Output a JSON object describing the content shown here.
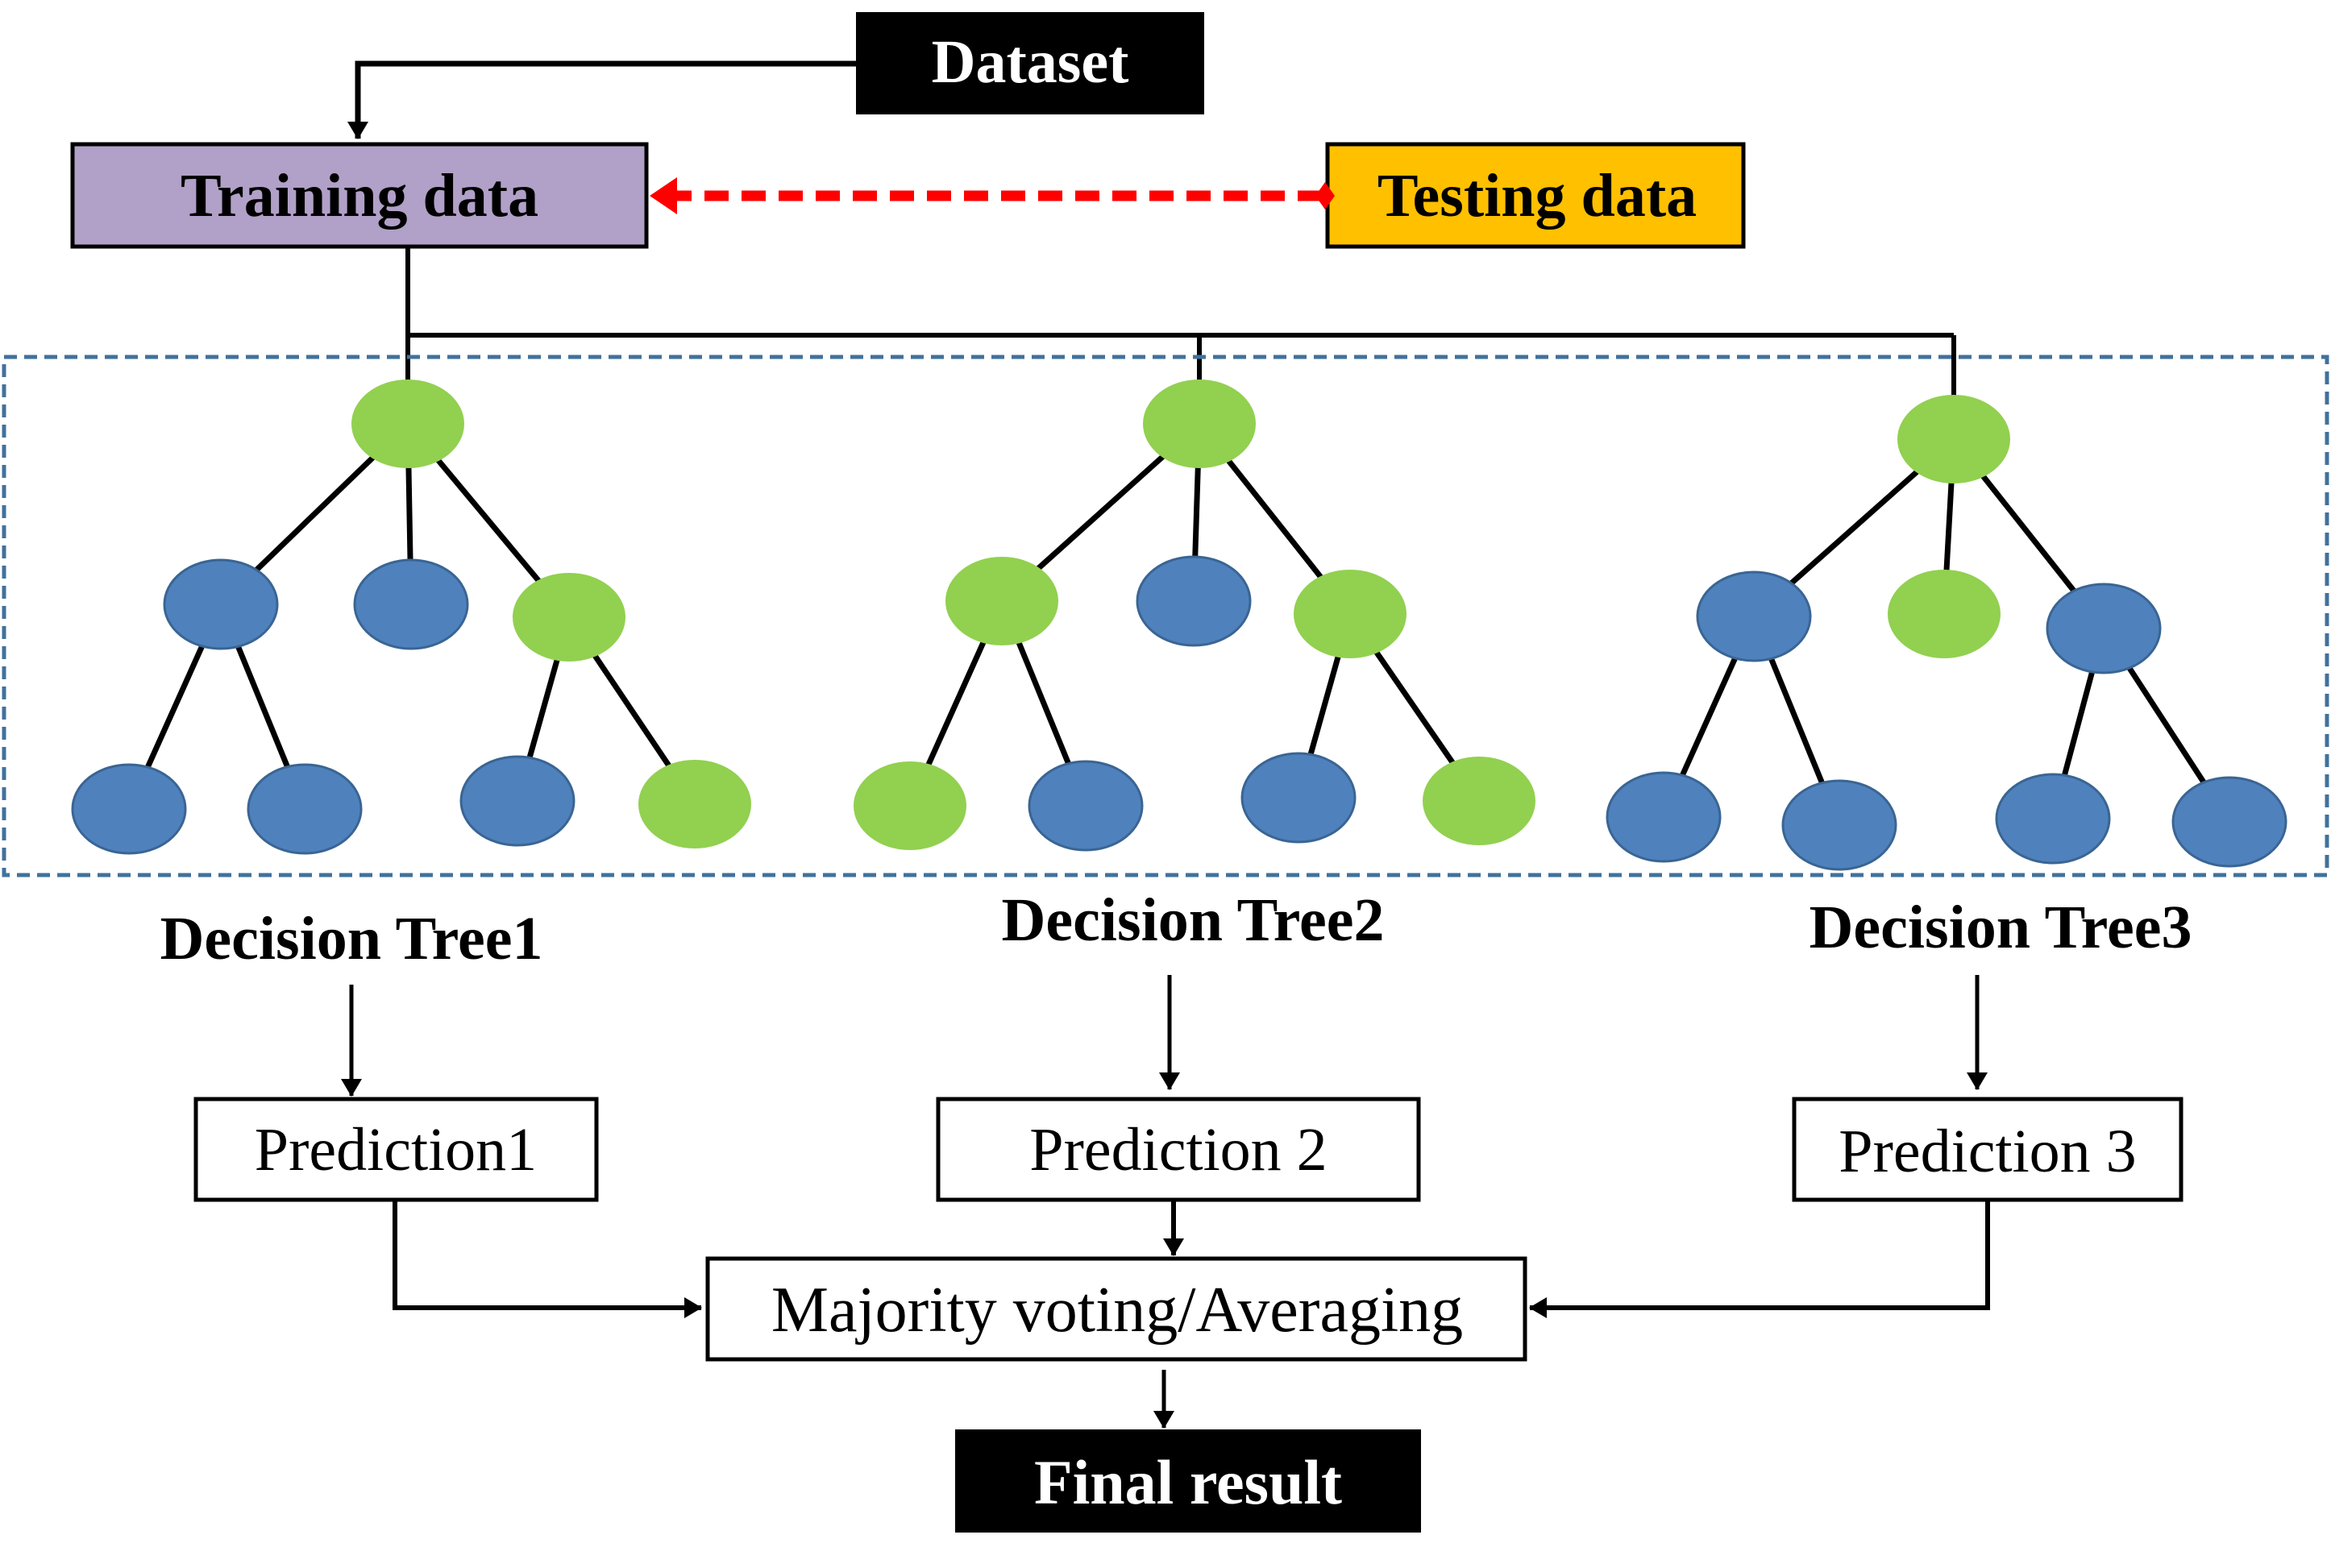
{
  "title": "Random forest workflow diagram",
  "colors": {
    "leaf_green": "#92D050",
    "node_blue": "#4F81BD",
    "training_fill": "#B1A0C7",
    "testing_fill": "#FFC000",
    "dashed_arrow": "#FF0000",
    "dashed_box": "#41719C",
    "black": "#000000"
  },
  "boxes": {
    "dataset": "Dataset",
    "training": "Training data",
    "testing": "Testing data",
    "aggregate": "Majority voting/Averaging",
    "final": "Final result"
  },
  "trees": [
    {
      "label": "Decision Tree1",
      "prediction": "Prediction1",
      "nodes": {
        "root": "green",
        "level1": [
          "blue",
          "blue",
          "green"
        ],
        "level2": [
          "blue",
          "blue",
          "blue",
          "green"
        ]
      }
    },
    {
      "label": "Decision Tree2",
      "prediction": "Prediction 2",
      "nodes": {
        "root": "green",
        "level1": [
          "green",
          "blue",
          "green"
        ],
        "level2": [
          "green",
          "blue",
          "blue",
          "green"
        ]
      }
    },
    {
      "label": "Decision Tree3",
      "prediction": "Prediction 3",
      "nodes": {
        "root": "green",
        "level1": [
          "blue",
          "green",
          "blue"
        ],
        "level2": [
          "blue",
          "blue",
          "blue",
          "blue"
        ]
      }
    }
  ]
}
